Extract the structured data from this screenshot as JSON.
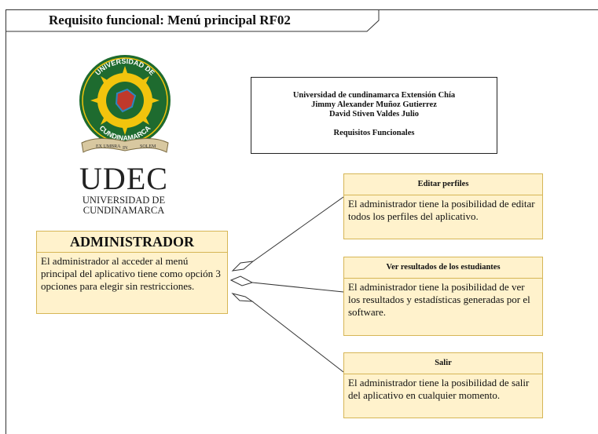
{
  "title": "Requisito funcional: Menú principal RF02",
  "logo": {
    "ring_top": "UNIVERSIDAD DE",
    "ring_bottom": "CUNDINAMARCA",
    "ribbon": [
      "EX UMBRA",
      "IN",
      "SOLEM"
    ],
    "wordmark": "UDEC",
    "wordmark_sub": [
      "UNIVERSIDAD DE",
      "CUNDINAMARCA"
    ],
    "colors": {
      "green": "#1e6b2f",
      "gold": "#f2c40d",
      "dark": "#1a1a1a"
    }
  },
  "info": {
    "lines": [
      "Universidad de cundinamarca Extensión Chía",
      "Jimmy Alexander Muñoz Gutierrez",
      "David Stiven Valdes Julio"
    ],
    "subtitle": "Requisitos Funcionales"
  },
  "admin": {
    "heading": "ADMINISTRADOR",
    "text": "El administrador al acceder al menú principal del aplicativo tiene como opción 3 opciones para elegir sin restricciones."
  },
  "options": [
    {
      "heading": "Editar perfiles",
      "text": "El administrador tiene la posibilidad de editar todos los perfiles del aplicativo."
    },
    {
      "heading": "Ver resultados de los estudiantes",
      "text": "El administrador tiene la posibilidad de ver los resultados y estadísticas generadas por el software."
    },
    {
      "heading": "Salir",
      "text": "El administrador tiene la posibilidad de salir del aplicativo en cualquier momento."
    }
  ],
  "colors": {
    "card_fill": "#fff2cc",
    "card_border": "#d6b656"
  }
}
